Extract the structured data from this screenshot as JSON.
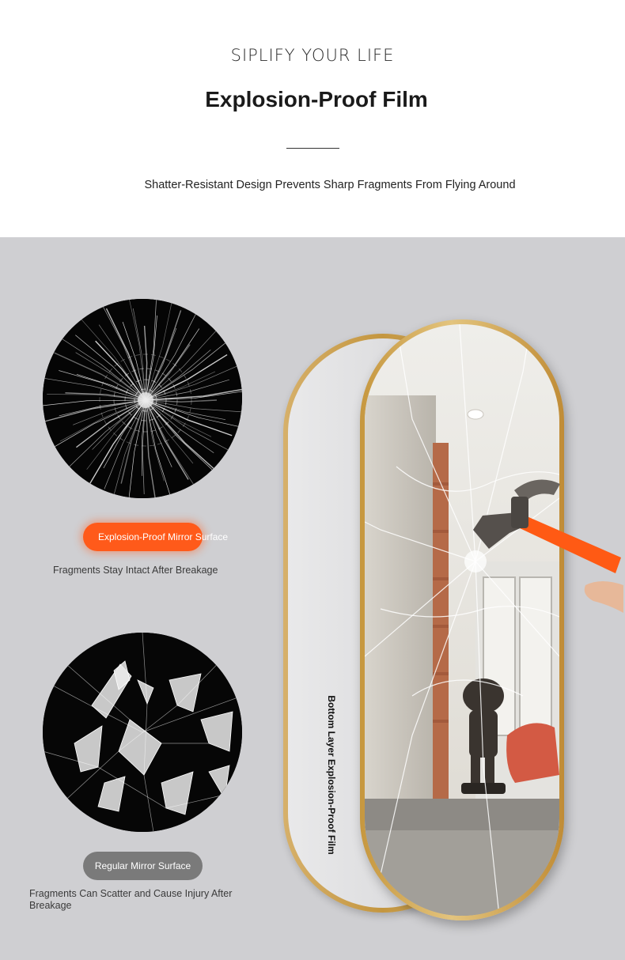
{
  "header": {
    "kicker": "SIPLIFY YOUR LIFE",
    "title": "Explosion-Proof Film",
    "subtitle": "Shatter-Resistant Design Prevents Sharp Fragments From Flying Around"
  },
  "comparison": {
    "proof": {
      "label": "Explosion-Proof Mirror Surface",
      "caption": "Fragments Stay Intact After Breakage"
    },
    "regular": {
      "label": "Regular Mirror Surface",
      "caption": "Fragments Can Scatter and Cause Injury After Breakage"
    }
  },
  "mirror": {
    "film_label": "Bottom Layer Explosion-Proof Film"
  },
  "colors": {
    "accent_orange": "#ff5a1a",
    "frame_gold": "#c9a050",
    "panel_gray": "#cfcfd2",
    "pill_gray": "#7a7a7a"
  },
  "icons": {
    "hammer": "hammer-icon"
  }
}
